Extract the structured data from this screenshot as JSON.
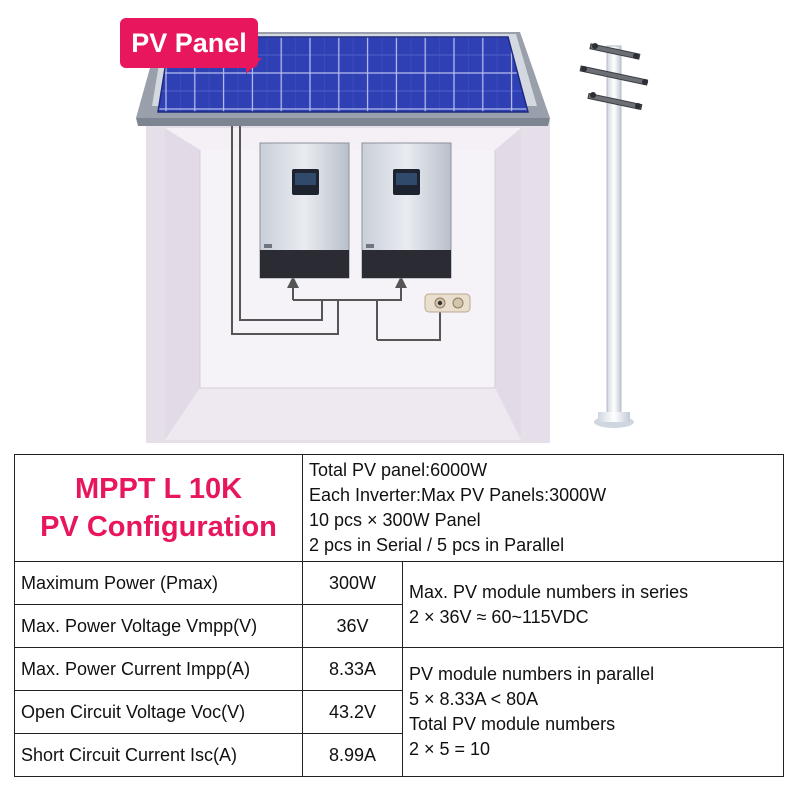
{
  "badge": {
    "label": "PV Panel"
  },
  "config": {
    "title_line1": "MPPT L 10K",
    "title_line2": "PV Configuration",
    "summary": [
      "Total PV panel:6000W",
      "Each Inverter:Max PV Panels:3000W",
      "10 pcs × 300W Panel",
      "2 pcs in Serial / 5 pcs in Parallel"
    ]
  },
  "specs": [
    {
      "label": "Maximum Power (Pmax)",
      "value": "300W"
    },
    {
      "label": "Max. Power Voltage Vmpp(V)",
      "value": "36V"
    },
    {
      "label": "Max. Power Current Impp(A)",
      "value": "8.33A"
    },
    {
      "label": "Open Circuit Voltage Voc(V)",
      "value": "43.2V"
    },
    {
      "label": "Short Circuit Current Isc(A)",
      "value": "8.99A"
    }
  ],
  "notes": {
    "series": [
      "Max. PV module numbers in series",
      "2 × 36V ≈ 60~115VDC"
    ],
    "parallel": [
      "PV module numbers in parallel",
      "5 × 8.33A < 80A",
      "Total PV module numbers",
      "2 × 5 = 10"
    ]
  },
  "colors": {
    "accent": "#e8175d",
    "panel_blue": "#2c3fb0",
    "room_wall": "#efe9f1"
  },
  "icons": [
    "solar-panel-icon",
    "inverter-icon",
    "power-socket-icon",
    "utility-pole-icon"
  ]
}
